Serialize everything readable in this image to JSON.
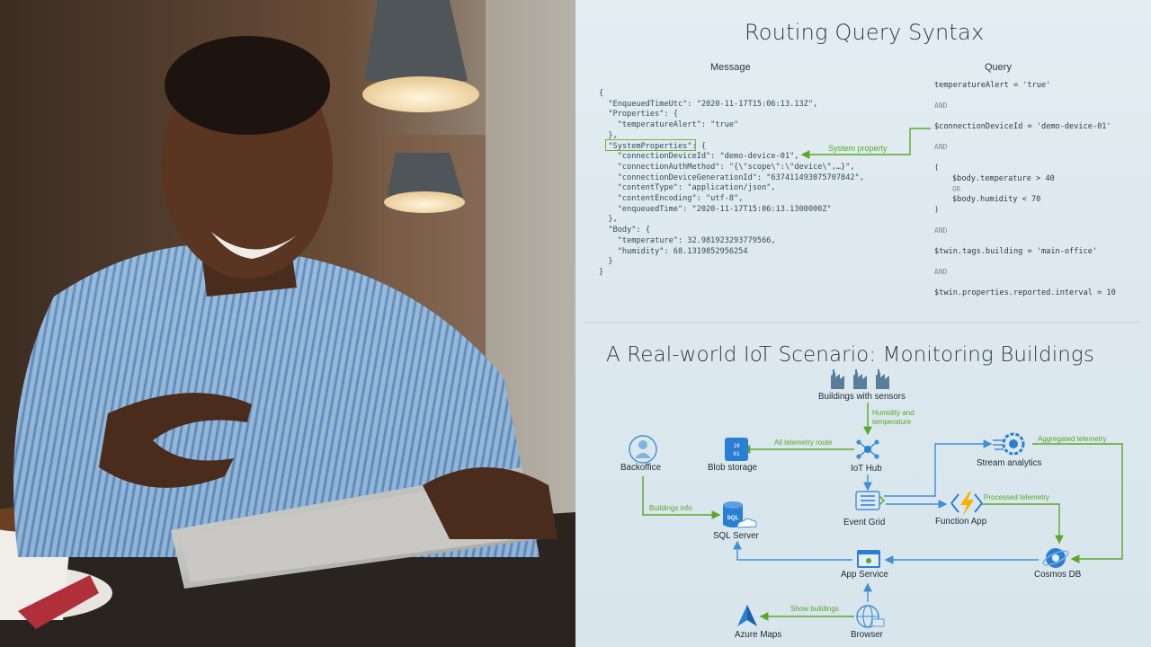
{
  "slide": {
    "title_top": "Routing Query Syntax",
    "col_message": "Message",
    "col_query": "Query",
    "system_property_label": "System property",
    "message_lines": [
      "{",
      "  \"EnqueuedTimeUtc\": \"2020-11-17T15:06:13.13Z\",",
      "  \"Properties\": {",
      "    \"temperatureAlert\": \"true\"",
      "  },",
      "  \"SystemProperties\": {",
      "    \"connectionDeviceId\": \"demo-device-01\",",
      "    \"connectionAuthMethod\": \"{\\\"scope\\\":\\\"device\\\",…}\",",
      "    \"connectionDeviceGenerationId\": \"637411493075707842\",",
      "    \"contentType\": \"application/json\",",
      "    \"contentEncoding\": \"utf-8\",",
      "    \"enqueuedTime\": \"2020-11-17T15:06:13.1300000Z\"",
      "  },",
      "  \"Body\": {",
      "    \"temperature\": 32.981923293779566,",
      "    \"humidity\": 68.1319852956254",
      "  }",
      "}"
    ],
    "query_lines": [
      {
        "text": "temperatureAlert = 'true'",
        "kind": "q"
      },
      {
        "text": "AND",
        "kind": "and"
      },
      {
        "text": "$connectionDeviceId = 'demo-device-01'",
        "kind": "q"
      },
      {
        "text": "AND",
        "kind": "and"
      },
      {
        "text": "(",
        "kind": "q"
      },
      {
        "text": "$body.temperature > 40",
        "kind": "ind"
      },
      {
        "text": "OR",
        "kind": "or"
      },
      {
        "text": "$body.humidity < 70",
        "kind": "ind"
      },
      {
        "text": ")",
        "kind": "q"
      },
      {
        "text": "AND",
        "kind": "and"
      },
      {
        "text": "$twin.tags.building = 'main-office'",
        "kind": "q"
      },
      {
        "text": "AND",
        "kind": "and"
      },
      {
        "text": "$twin.properties.reported.interval = 10",
        "kind": "q"
      }
    ],
    "title_bottom": "A Real-world IoT Scenario: Monitoring Buildings",
    "nodes": {
      "buildings": "Buildings with sensors",
      "iot_hub": "IoT Hub",
      "blob": "Blob storage",
      "backoffice": "Backoffice",
      "stream": "Stream analytics",
      "event_grid": "Event Grid",
      "function_app": "Function App",
      "sql": "SQL Server",
      "app_service": "App Service",
      "cosmos": "Cosmos DB",
      "azure_maps": "Azure Maps",
      "browser": "Browser"
    },
    "edges": {
      "humidity_temp": "Humidity and\ntemperature",
      "all_telemetry": "All telemetry route",
      "aggregated": "Aggregated telemetry",
      "buildings_info": "Buildings info",
      "processed": "Processed telemetry",
      "show_buildings": "Show buildings"
    },
    "colors": {
      "accent_green": "#5aa82a",
      "azure_blue": "#2a7fd4",
      "line_blue": "#3e8fd6"
    }
  }
}
